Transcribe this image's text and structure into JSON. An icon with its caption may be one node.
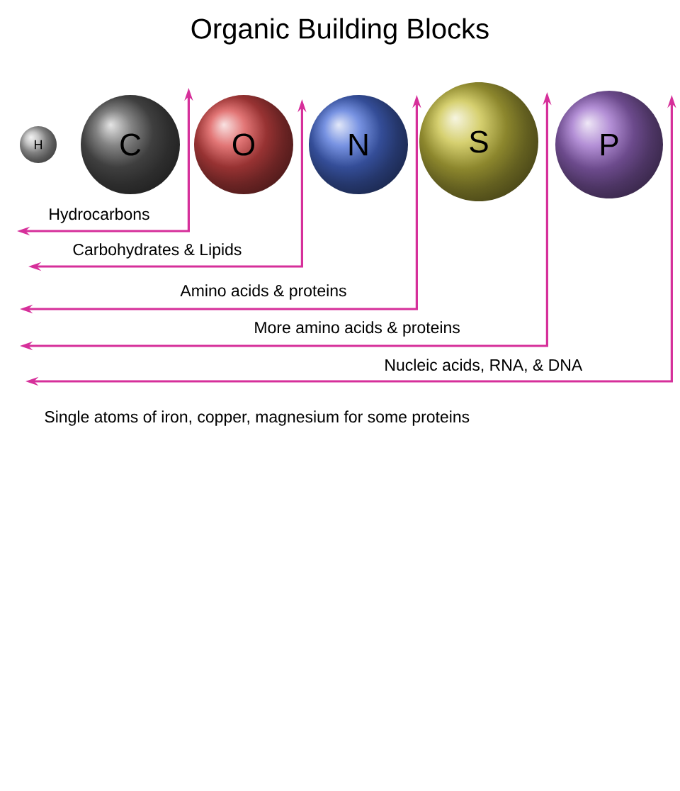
{
  "diagram": {
    "title": "Organic Building Blocks",
    "nodes": [
      {
        "text": [
          "H"
        ]
      },
      {
        "text": [
          "C"
        ]
      },
      {
        "text": [
          "O"
        ]
      },
      {
        "text": [
          "N"
        ]
      },
      {
        "text": [
          "S"
        ]
      },
      {
        "text": [
          "P"
        ]
      }
    ],
    "edges": [
      {
        "from": null,
        "to": 1,
        "arrow": "both",
        "label": "Hydrocarbons"
      },
      {
        "from": null,
        "to": 2,
        "arrow": "both",
        "label": "Carbohydrates & Lipids"
      },
      {
        "from": null,
        "to": 3,
        "arrow": "both",
        "label": "Amino acids & proteins"
      },
      {
        "from": null,
        "to": 4,
        "arrow": "both",
        "label": "More amino acids & proteins"
      },
      {
        "from": null,
        "to": 5,
        "arrow": "both",
        "label": "Nucleic acids,  RNA, & DNA"
      }
    ],
    "labels": [
      "Single atoms of iron, copper, magnesium for some proteins"
    ]
  }
}
